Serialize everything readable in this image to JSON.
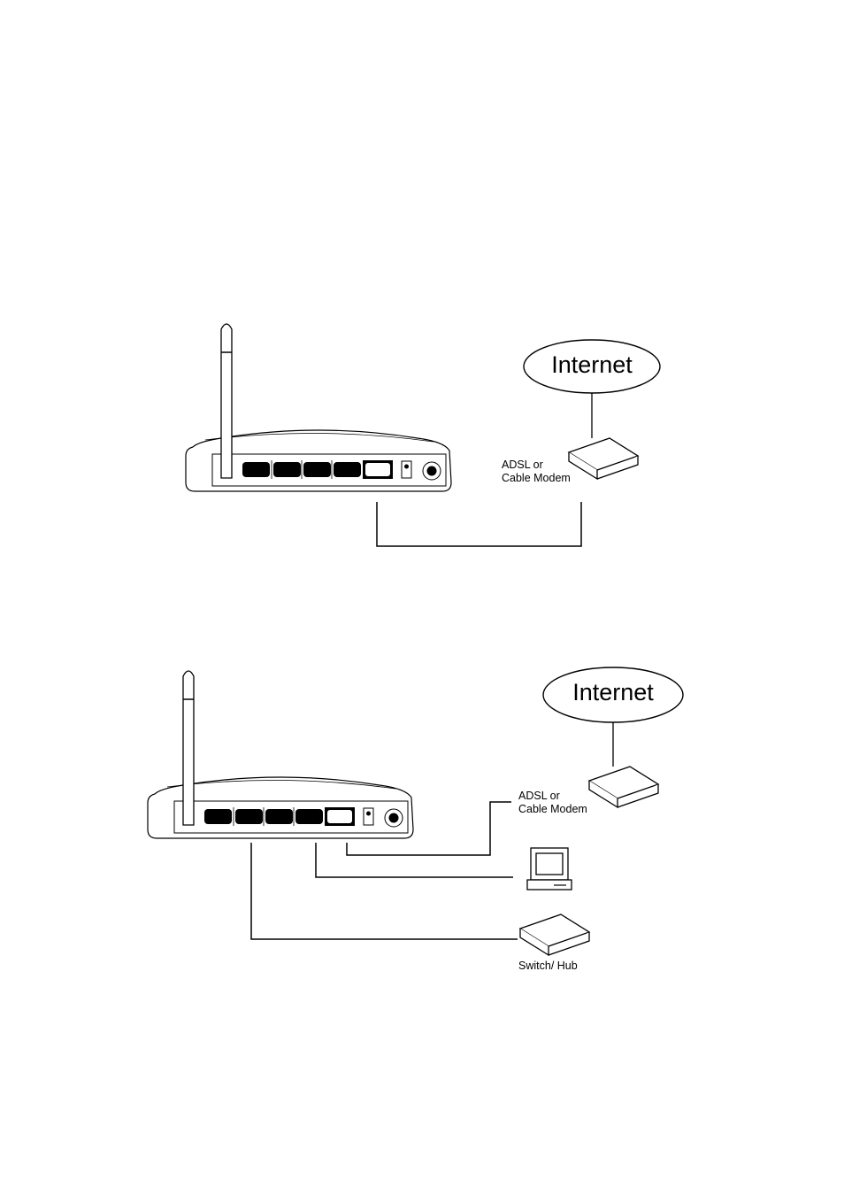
{
  "diagram1": {
    "cloud_label": "Internet",
    "modem_label_line1": "ADSL or",
    "modem_label_line2": "Cable Modem"
  },
  "diagram2": {
    "cloud_label": "Internet",
    "modem_label_line1": "ADSL or",
    "modem_label_line2": "Cable Modem",
    "switch_label": "Switch/ Hub"
  }
}
